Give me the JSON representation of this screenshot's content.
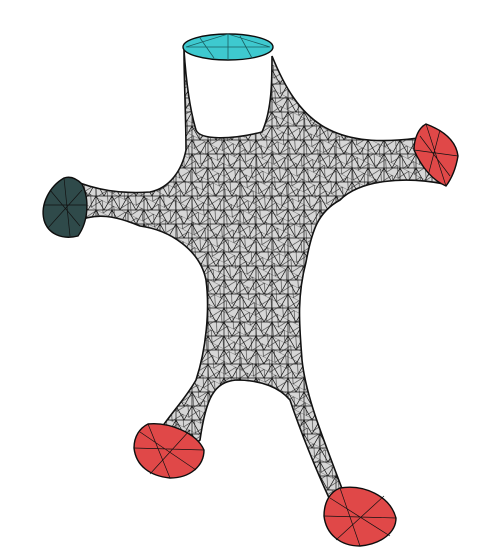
{
  "figure": {
    "background": "#ffffff",
    "mesh_fill": "#d6d6d6",
    "edge_color": "#111111",
    "caps": [
      {
        "name": "top-cap",
        "color": "#3ec9cf"
      },
      {
        "name": "left-cap",
        "color": "#2f4a4a"
      },
      {
        "name": "right-cap",
        "color": "#e04848"
      },
      {
        "name": "bottom-left-cap",
        "color": "#e04848"
      },
      {
        "name": "bottom-right-cap",
        "color": "#e04848"
      }
    ]
  }
}
